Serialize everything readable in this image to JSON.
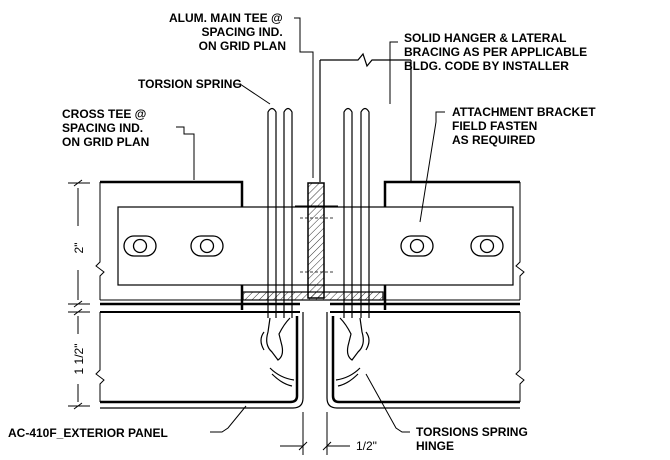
{
  "labels": {
    "main_tee": [
      "ALUM. MAIN TEE @",
      "SPACING IND.",
      "ON GRID PLAN"
    ],
    "hanger": [
      "SOLID HANGER & LATERAL",
      "BRACING AS PER APPLICABLE",
      "BLDG. CODE BY INSTALLER"
    ],
    "torsion_spring": "TORSION SPRING",
    "cross_tee": [
      "CROSS TEE @",
      "SPACING IND.",
      "ON GRID PLAN"
    ],
    "bracket": [
      "ATTACHMENT BRACKET",
      "FIELD FASTEN",
      "AS REQUIRED"
    ],
    "panel": "AC-410F_EXTERIOR PANEL",
    "hinge": [
      "TORSIONS SPRING",
      "HINGE"
    ]
  },
  "dimensions": {
    "upper": "2\"",
    "lower": "1 1/2\"",
    "gap": "1/2\""
  },
  "colors": {
    "ink": "#000000",
    "background": "#ffffff"
  }
}
